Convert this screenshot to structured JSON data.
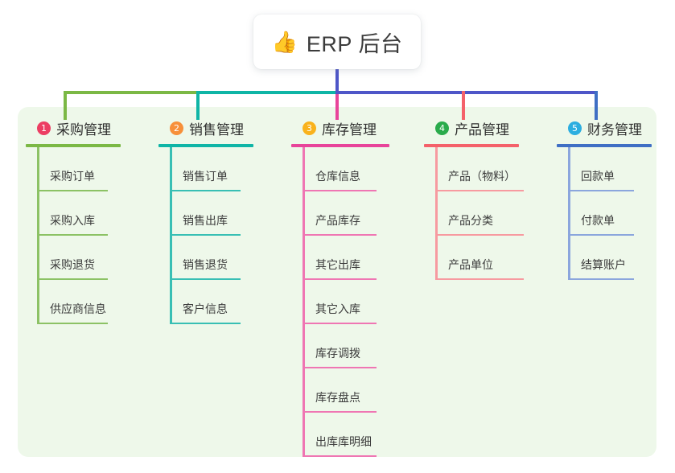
{
  "root": {
    "icon": "thumbs-up-icon",
    "emoji": "👍",
    "title": "ERP 后台"
  },
  "palette": {
    "panel_background": "#eef8ea",
    "page_background": "#ffffff",
    "text": "#333333",
    "bus_green": "#7bb845",
    "bus_teal": "#0fb5a6",
    "bus_purple": "#4e56c8",
    "stub_pink": "#e8449a",
    "stub_red": "#f4616a",
    "stub_blue": "#3f6fc4",
    "badge_1": "#ec3e63",
    "badge_2": "#f7903a",
    "badge_3": "#f9b21c",
    "badge_4": "#2aab4c",
    "badge_5": "#2caee0"
  },
  "columns": [
    {
      "number": "1",
      "title": "采购管理",
      "badge_color": "#ec3e63",
      "rule_color": "#7bb845",
      "line_color": "#8cc265",
      "stub_color": "#7bb845",
      "rule_width": 118,
      "leaf_rule_width": 88,
      "items": [
        "采购订单",
        "采购入库",
        "采购退货",
        "供应商信息"
      ]
    },
    {
      "number": "2",
      "title": "销售管理",
      "badge_color": "#f7903a",
      "rule_color": "#0fb5a6",
      "line_color": "#38bfb4",
      "stub_color": "#0fb5a6",
      "rule_width": 118,
      "leaf_rule_width": 88,
      "items": [
        "销售订单",
        "销售出库",
        "销售退货",
        "客户信息"
      ]
    },
    {
      "number": "3",
      "title": "库存管理",
      "badge_color": "#f9b21c",
      "rule_color": "#e8449a",
      "line_color": "#ef76b3",
      "stub_color": "#e8449a",
      "rule_width": 122,
      "leaf_rule_width": 92,
      "items": [
        "仓库信息",
        "产品库存",
        "其它出库",
        "其它入库",
        "库存调拨",
        "库存盘点",
        "出库库明细"
      ]
    },
    {
      "number": "4",
      "title": "产品管理",
      "badge_color": "#2aab4c",
      "rule_color": "#f4616a",
      "line_color": "#f79aa0",
      "stub_color": "#f4616a",
      "rule_width": 118,
      "leaf_rule_width": 110,
      "items": [
        "产品（物料）",
        "产品分类",
        "产品单位"
      ]
    },
    {
      "number": "5",
      "title": "财务管理",
      "badge_color": "#2caee0",
      "rule_color": "#3f6fc4",
      "line_color": "#8ba6dd",
      "stub_color": "#3f6fc4",
      "rule_width": 118,
      "leaf_rule_width": 82,
      "items": [
        "回款单",
        "付款单",
        "结算账户"
      ]
    }
  ]
}
